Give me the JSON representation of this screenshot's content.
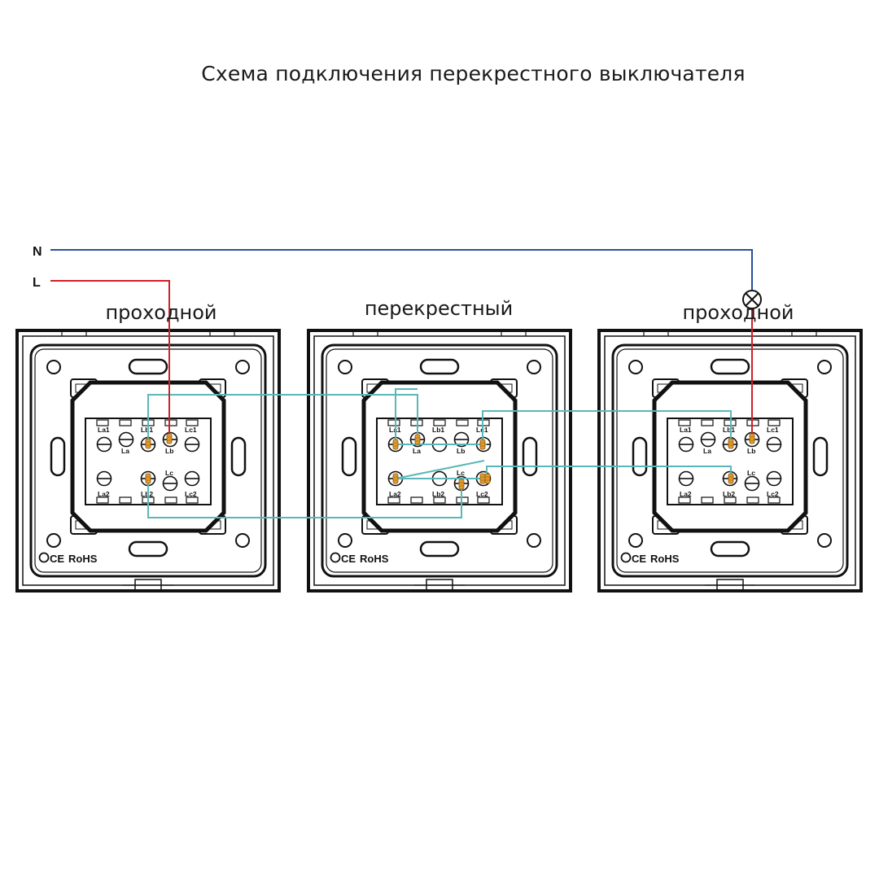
{
  "title": "Схема подключения перекрестного выключателя",
  "lines": {
    "neutral": "N",
    "live": "L"
  },
  "switches": [
    {
      "label": "проходной"
    },
    {
      "label": "перекрестный"
    },
    {
      "label": "проходной"
    }
  ],
  "terminals": {
    "top": [
      "La1",
      "Lb1",
      "Lc1"
    ],
    "mid": [
      "La",
      "Lb"
    ],
    "mid2": [
      "Lc"
    ],
    "bottom": [
      "La2",
      "Lb2",
      "Lc2"
    ]
  },
  "certification": {
    "ce": "CE",
    "rohs": "RoHS"
  },
  "colors": {
    "neutral": "#2b4f9e",
    "live": "#d0202a",
    "traveler": "#5bb7b7",
    "frame": "#111111"
  }
}
